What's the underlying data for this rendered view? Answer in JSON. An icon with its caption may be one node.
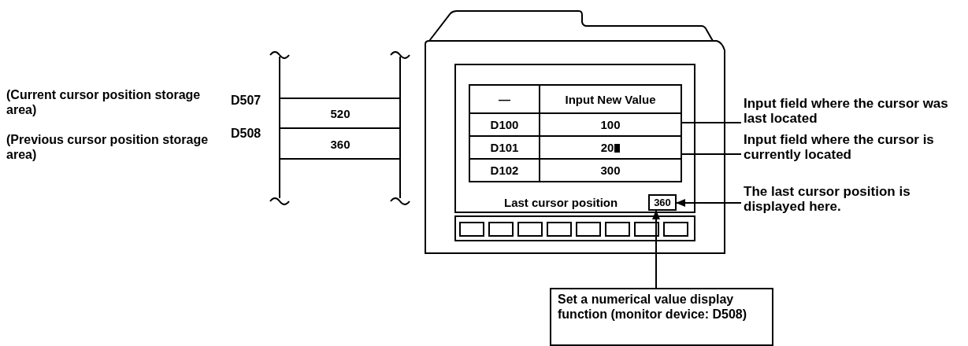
{
  "diagram": {
    "nodes": [
      {
        "text": [
          "Input field where the cursor was last located"
        ]
      },
      {
        "text": [
          "100"
        ]
      },
      {
        "text": [
          "Input field where the cursor is currently located"
        ]
      },
      {
        "text": [
          "20"
        ]
      },
      {
        "text": [
          "The last cursor position is displayed here."
        ]
      },
      {
        "text": [
          "360"
        ]
      },
      {
        "text": [
          "Set a numerical value display function (monitor device: D508)"
        ]
      }
    ],
    "edges": [
      {
        "from": 0,
        "to": 1,
        "arrow": "none"
      },
      {
        "from": 2,
        "to": 3,
        "arrow": "none"
      },
      {
        "from": 4,
        "to": 5,
        "arrow": "to"
      },
      {
        "from": 6,
        "to": 5,
        "arrow": "to"
      }
    ],
    "labels": [
      "(Current cursor position storage area)",
      "D507",
      "520",
      "(Previous cursor position storage area)",
      "D508",
      "360",
      "—",
      "Input New Value",
      "D100",
      "D101",
      "D102",
      "300",
      "Last cursor position"
    ]
  }
}
